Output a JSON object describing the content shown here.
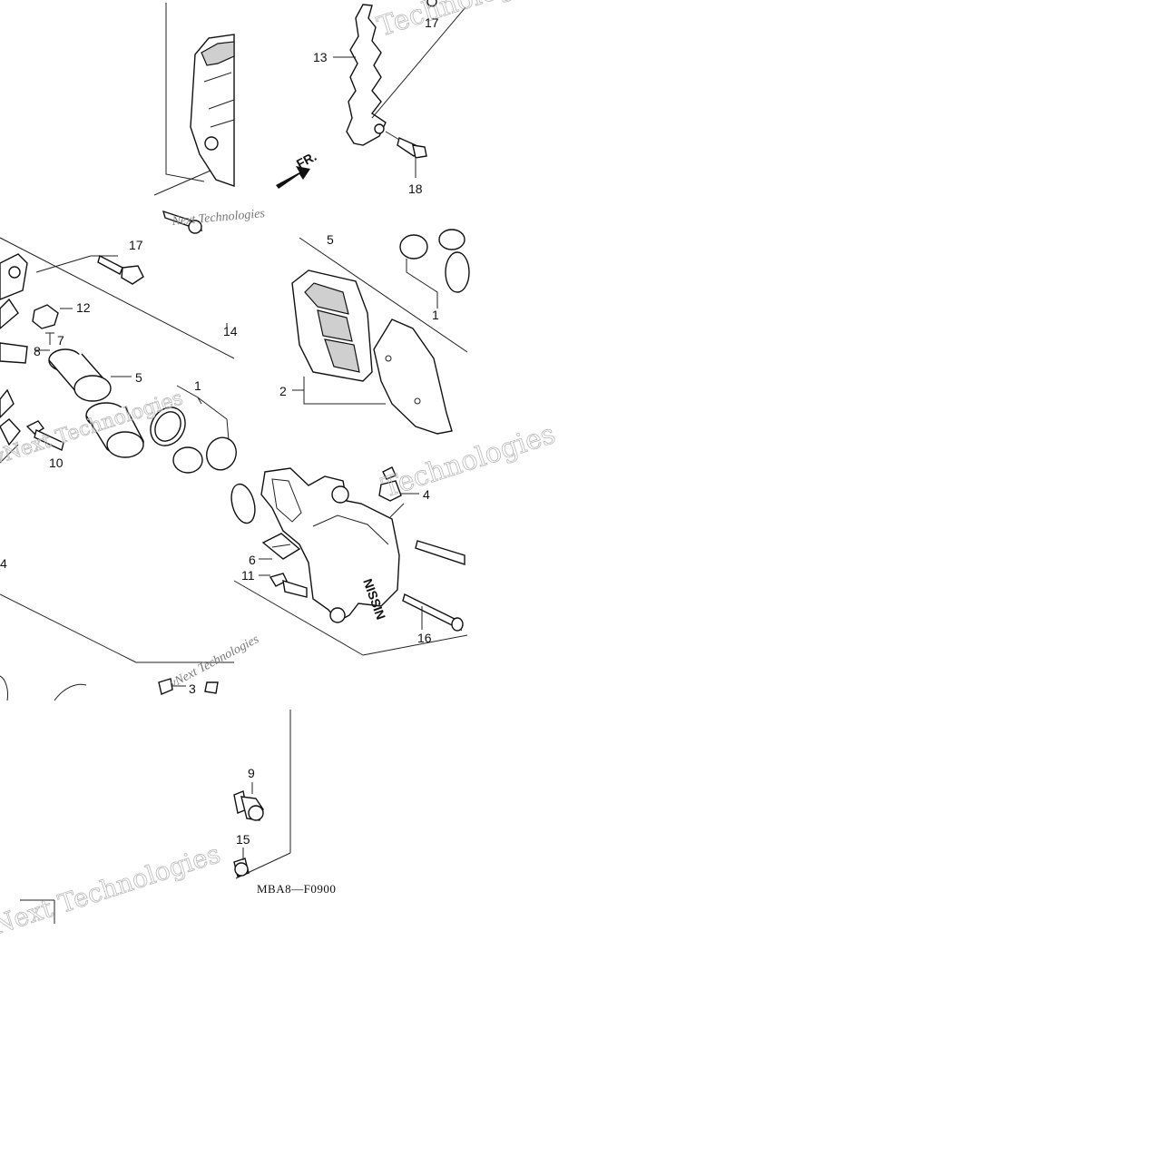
{
  "diagram": {
    "code": "MBA8—F0900",
    "direction_mark": "FR.",
    "watermark": [
      "vNext Technologies",
      "Next Technologies",
      "Technologies",
      "Technologies"
    ],
    "brand_on_caliper": "NISSIN",
    "callouts": [
      {
        "id": "c17a",
        "text": "17"
      },
      {
        "id": "c13",
        "text": "13"
      },
      {
        "id": "c18",
        "text": "18"
      },
      {
        "id": "c5a",
        "text": "5"
      },
      {
        "id": "c17b",
        "text": "17"
      },
      {
        "id": "c12",
        "text": "12"
      },
      {
        "id": "c7",
        "text": "7"
      },
      {
        "id": "c8",
        "text": "8"
      },
      {
        "id": "c5b",
        "text": "5"
      },
      {
        "id": "c1a",
        "text": "1"
      },
      {
        "id": "c14a",
        "text": "14"
      },
      {
        "id": "c10",
        "text": "10"
      },
      {
        "id": "c1b",
        "text": "1"
      },
      {
        "id": "c2",
        "text": "2"
      },
      {
        "id": "c4",
        "text": "4"
      },
      {
        "id": "c6",
        "text": "6"
      },
      {
        "id": "c11",
        "text": "11"
      },
      {
        "id": "c16",
        "text": "16"
      },
      {
        "id": "c14b",
        "text": "4"
      },
      {
        "id": "c3",
        "text": "3"
      },
      {
        "id": "c9",
        "text": "9"
      },
      {
        "id": "c15",
        "text": "15"
      }
    ]
  }
}
